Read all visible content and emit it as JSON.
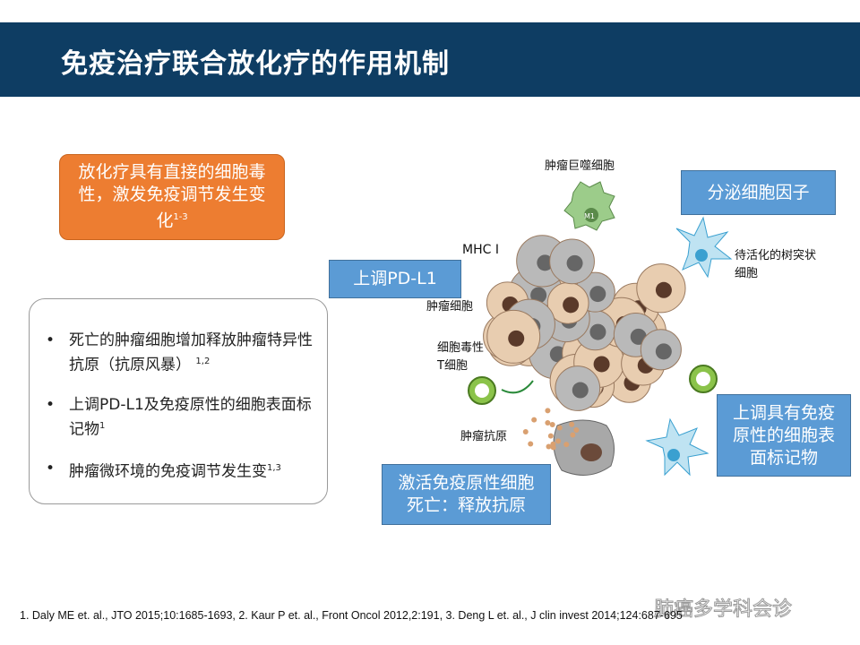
{
  "title": "免疫治疗联合放化疗的作用机制",
  "orange_box": {
    "text": "放化疗具有直接的细胞毒性，激发免疫调节发生变化",
    "sup": "1-3"
  },
  "bullets": [
    {
      "text": "死亡的肿瘤细胞增加释放肿瘤特异性抗原（抗原风暴）",
      "sup": "1,2"
    },
    {
      "text": "上调PD-L1及免疫原性的细胞表面标记物",
      "sup": "1"
    },
    {
      "text": "肿瘤微环境的免疫调节发生变",
      "sup": "1,3"
    }
  ],
  "blue_boxes": {
    "cytokines": "分泌细胞因子",
    "pdl1": "上调PD-L1",
    "markers": "上调具有免疫原性的细胞表面标记物",
    "icd": "激活免疫原性细胞死亡：释放抗原"
  },
  "labels": {
    "macrophage": "肿瘤巨噬细胞",
    "m1": "M1",
    "mhc": "MHC I",
    "dendritic": "待活化的树突状细胞",
    "tumor_cell": "肿瘤细胞",
    "t_cell": "细胞毒性T细胞",
    "antigen": "肿瘤抗原"
  },
  "footnote": "1. Daly ME et. al., JTO 2015;10:1685-1693,  2. Kaur P et. al., Front  Oncol 2012,2:191,  3. Deng L et. al., J clin invest 2014;124:687-695",
  "watermark": "肺癌多学科会诊",
  "colors": {
    "header": "#0e3d63",
    "orange": "#ed7d31",
    "blue": "#5b9bd5"
  }
}
